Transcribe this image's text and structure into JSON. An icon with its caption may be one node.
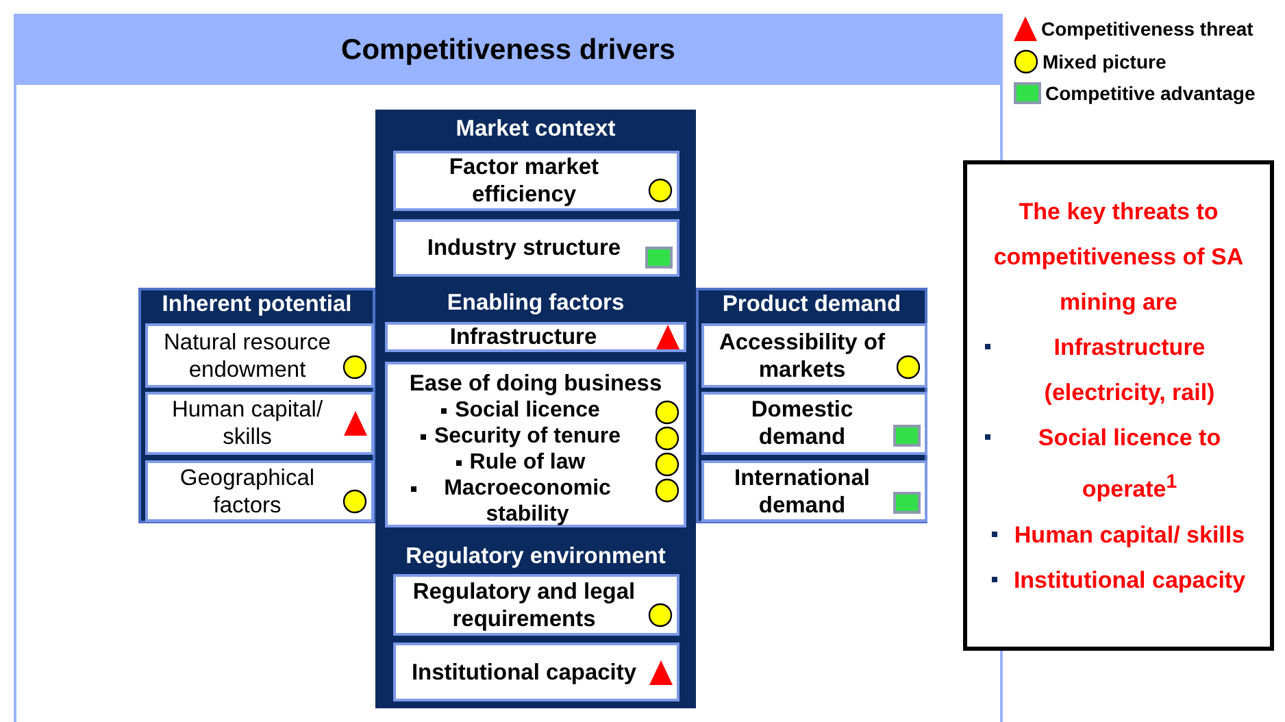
{
  "diagram": {
    "nodes": [
      {
        "text": [
          "Competitiveness drivers"
        ]
      },
      {
        "text": [
          "Market context"
        ],
        "in": 0
      },
      {
        "text": [
          "Factor market efficiency"
        ],
        "in": 1
      },
      {
        "text": [],
        "shape": "circle",
        "in": 2
      },
      {
        "text": [
          "Industry structure"
        ],
        "in": 1
      },
      {
        "text": [],
        "shape": "box",
        "in": 4
      },
      {
        "text": [
          "Inherent potential"
        ],
        "in": 0
      },
      {
        "text": [
          "Natural resource endowment"
        ],
        "in": 6
      },
      {
        "text": [],
        "shape": "circle",
        "in": 7
      },
      {
        "text": [
          "Human capital/ skills"
        ],
        "in": 6
      },
      {
        "text": [],
        "shape": "triangle",
        "in": 9
      },
      {
        "text": [
          "Geographical factors"
        ],
        "in": 6
      },
      {
        "text": [],
        "shape": "circle",
        "in": 11
      },
      {
        "text": [
          "Enabling factors"
        ],
        "in": 0
      },
      {
        "text": [
          "Infrastructure"
        ],
        "in": 13
      },
      {
        "text": [],
        "shape": "triangle",
        "in": 14
      },
      {
        "text": [
          "Ease of doing business",
          "Social licence",
          "Security of tenure",
          "Rule of law",
          "Macroeconomic stability"
        ],
        "in": 13
      },
      {
        "text": [],
        "shape": "circle",
        "in": 16
      },
      {
        "text": [],
        "shape": "circle",
        "in": 16
      },
      {
        "text": [],
        "shape": "circle",
        "in": 16
      },
      {
        "text": [],
        "shape": "circle",
        "in": 16
      },
      {
        "text": [
          "Product demand"
        ],
        "in": 0
      },
      {
        "text": [
          "Accessibility of markets"
        ],
        "in": 21
      },
      {
        "text": [],
        "shape": "circle",
        "in": 22
      },
      {
        "text": [
          "Domestic demand"
        ],
        "in": 21
      },
      {
        "text": [],
        "shape": "box",
        "in": 24
      },
      {
        "text": [
          "International demand"
        ],
        "in": 21
      },
      {
        "text": [],
        "shape": "box",
        "in": 26
      },
      {
        "text": [
          "Regulatory environment"
        ],
        "in": 0
      },
      {
        "text": [
          "Regulatory and legal requirements"
        ],
        "in": 28
      },
      {
        "text": [],
        "shape": "circle",
        "in": 29
      },
      {
        "text": [
          "Institutional capacity"
        ],
        "in": 28
      },
      {
        "text": [],
        "shape": "triangle",
        "in": 31
      },
      {
        "text": [
          "The key threats to competitiveness of SA mining are",
          "Infrastructure (electricity, rail)",
          "Social licence to operate$^{1}$",
          "Human capital/ skills",
          "Institutional capacity"
        ]
      }
    ],
    "legend": [
      {
        "text": "Competitiveness threat"
      },
      {
        "text": "Mixed picture"
      },
      {
        "text": "Competitive advantage",
        "color": "#33e04a"
      }
    ]
  }
}
